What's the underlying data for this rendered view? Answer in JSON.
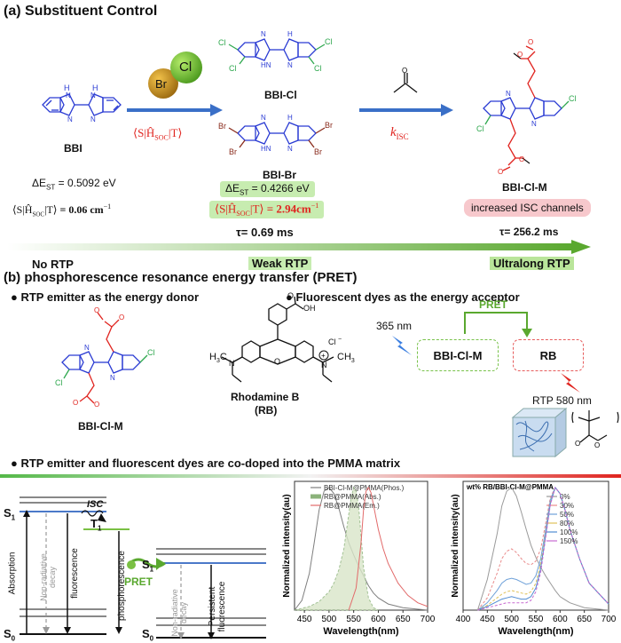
{
  "colors": {
    "blue": "#2a3bd3",
    "green": "#2fa84f",
    "red": "#e0241f",
    "brown": "#8a2b1c",
    "arrowGreen": "#5aa82f",
    "boxGreen": "#78c24a",
    "boxRed": "#e65c5c",
    "levelBlue": "#4b79c9",
    "levelGreen": "#7ac043"
  },
  "partA": {
    "header": "(a) Substituent Control",
    "bbi": "BBI",
    "bbiCl": "BBI-Cl",
    "bbiBr": "BBI-Br",
    "bbiClM": "BBI-Cl-M",
    "reagentBr": "Br",
    "reagentCl": "Cl",
    "socLabel": "⟨S|Ĥ",
    "socSub": "SOC",
    "socEnd": "|T⟩",
    "kisc": "k",
    "kiscSub": "ISC",
    "dEst1": "ΔE",
    "dEst1Sub": "ST",
    "dEst1Val": "= 0.5092 eV",
    "soc1Val": "= 0.06 cm",
    "soc1Exp": "−1",
    "dEst2Val": "= 0.4266 eV",
    "soc2Val": "= 2.94cm",
    "soc2Exp": "−1",
    "tau2": "τ= 0.69 ms",
    "tau3": "τ= 256.2 ms",
    "isc": "increased ISC channels",
    "noRtp": "No RTP",
    "weakRtp": "Weak RTP",
    "ultraRtp": "Ultralong RTP"
  },
  "partB": {
    "header": "(b) phosphorescence resonance energy transfer (PRET)",
    "bullet1": "RTP emitter as the energy donor",
    "bullet2": "Fluorescent dyes as the energy acceptor",
    "bullet3": "RTP emitter and fluorescent dyes are co-doped into the PMMA matrix",
    "donor": "BBI-Cl-M",
    "rhodamine": "Rhodamine B",
    "rb": "(RB)",
    "nm365": "365 nm",
    "pret": "PRET",
    "boxDonor": "BBI-Cl-M",
    "boxAcceptor": "RB",
    "rtp580": "RTP 580 nm",
    "h3c": "H",
    "ch3": "CH"
  },
  "jablonski": {
    "s1": "S",
    "t1": "T",
    "s0": "S",
    "absorption": "Absorption",
    "nonrad": "Non-radiative decay",
    "fluor": "fluorescence",
    "isc": "ISC",
    "phos": "phosphorescence",
    "pret": "PRET",
    "persistent": "Persistent fluorescence"
  },
  "chart_data": [
    {
      "type": "line",
      "xlabel": "Wavelength(nm)",
      "ylabel": "Normalized intensity(au)",
      "xlim": [
        430,
        700
      ],
      "ylim": [
        0,
        1.05
      ],
      "xticks": [
        450,
        500,
        550,
        600,
        650,
        700
      ],
      "legend": "top-right",
      "series": [
        {
          "name": "BBI-Cl-M@PMMA(Phos.)",
          "color": "#7f7f7f",
          "x": [
            430,
            445,
            460,
            470,
            480,
            490,
            500,
            510,
            520,
            530,
            540,
            550,
            560,
            570,
            580,
            590,
            600,
            620,
            650,
            700
          ],
          "y": [
            0.0,
            0.08,
            0.3,
            0.55,
            0.82,
            0.97,
            1.0,
            0.95,
            0.83,
            0.68,
            0.55,
            0.45,
            0.36,
            0.28,
            0.2,
            0.14,
            0.1,
            0.05,
            0.02,
            0.0
          ]
        },
        {
          "name": "RB@PMMA(Abs.)",
          "color": "#8bb27a",
          "fill": true,
          "x": [
            430,
            460,
            480,
            500,
            510,
            520,
            530,
            540,
            545,
            550,
            555,
            560,
            565,
            570,
            580,
            590,
            600
          ],
          "y": [
            0.0,
            0.03,
            0.07,
            0.15,
            0.22,
            0.33,
            0.5,
            0.78,
            0.92,
            1.0,
            0.97,
            0.85,
            0.6,
            0.35,
            0.1,
            0.02,
            0.0
          ]
        },
        {
          "name": "RB@PMMA(Em.)",
          "color": "#e26a6a",
          "x": [
            540,
            555,
            565,
            570,
            575,
            580,
            585,
            590,
            600,
            610,
            620,
            640,
            660,
            680,
            700
          ],
          "y": [
            0.0,
            0.18,
            0.55,
            0.82,
            0.97,
            1.0,
            0.96,
            0.86,
            0.66,
            0.5,
            0.38,
            0.22,
            0.12,
            0.06,
            0.03
          ]
        }
      ]
    },
    {
      "type": "line",
      "title": "wt% RB/BBI-Cl-M@PMMA",
      "xlabel": "Wavelength(nm)",
      "ylabel": "Normalized intensity(au)",
      "xlim": [
        400,
        700
      ],
      "ylim": [
        0,
        1.05
      ],
      "xticks": [
        400,
        450,
        500,
        550,
        600,
        650,
        700
      ],
      "legend": "top-right",
      "series": [
        {
          "name": "0%",
          "color": "#9a9a9a",
          "x": [
            430,
            450,
            470,
            480,
            490,
            500,
            510,
            520,
            530,
            540,
            550,
            560,
            570,
            580,
            590,
            600,
            620,
            650,
            700
          ],
          "y": [
            0.0,
            0.25,
            0.62,
            0.85,
            0.97,
            1.0,
            0.93,
            0.8,
            0.66,
            0.53,
            0.43,
            0.35,
            0.28,
            0.22,
            0.16,
            0.11,
            0.06,
            0.02,
            0.0
          ]
        },
        {
          "name": "30%",
          "color": "#e98b8b",
          "x": [
            430,
            450,
            470,
            480,
            490,
            500,
            510,
            520,
            530,
            540,
            550,
            560,
            570,
            580,
            590,
            600,
            610,
            620,
            640,
            660,
            700
          ],
          "y": [
            0.0,
            0.1,
            0.3,
            0.42,
            0.48,
            0.5,
            0.47,
            0.42,
            0.38,
            0.37,
            0.4,
            0.5,
            0.7,
            0.92,
            1.0,
            0.95,
            0.82,
            0.66,
            0.42,
            0.22,
            0.05
          ]
        },
        {
          "name": "50%",
          "color": "#6fa1d9",
          "x": [
            430,
            450,
            470,
            480,
            490,
            500,
            510,
            520,
            530,
            540,
            550,
            560,
            570,
            580,
            590,
            600,
            610,
            620,
            640,
            660,
            700
          ],
          "y": [
            0.0,
            0.06,
            0.16,
            0.22,
            0.25,
            0.26,
            0.25,
            0.23,
            0.21,
            0.22,
            0.28,
            0.42,
            0.65,
            0.9,
            1.0,
            0.95,
            0.82,
            0.66,
            0.42,
            0.22,
            0.05
          ]
        },
        {
          "name": "80%",
          "color": "#e0c25a",
          "x": [
            430,
            450,
            470,
            480,
            490,
            500,
            510,
            520,
            530,
            540,
            550,
            560,
            570,
            580,
            590,
            600,
            610,
            620,
            640,
            660,
            700
          ],
          "y": [
            0.0,
            0.04,
            0.1,
            0.13,
            0.15,
            0.16,
            0.15,
            0.14,
            0.13,
            0.15,
            0.22,
            0.38,
            0.62,
            0.88,
            1.0,
            0.95,
            0.82,
            0.66,
            0.42,
            0.22,
            0.05
          ]
        },
        {
          "name": "100%",
          "color": "#4f8bd1",
          "x": [
            430,
            450,
            470,
            480,
            490,
            500,
            510,
            520,
            530,
            540,
            550,
            560,
            570,
            580,
            590,
            600,
            610,
            620,
            640,
            660,
            700
          ],
          "y": [
            0.0,
            0.03,
            0.07,
            0.09,
            0.1,
            0.11,
            0.1,
            0.09,
            0.09,
            0.11,
            0.18,
            0.34,
            0.6,
            0.87,
            1.0,
            0.95,
            0.82,
            0.66,
            0.42,
            0.22,
            0.05
          ]
        },
        {
          "name": "150%",
          "color": "#c76ad1",
          "x": [
            430,
            450,
            470,
            480,
            490,
            500,
            510,
            520,
            530,
            540,
            550,
            560,
            570,
            580,
            590,
            600,
            610,
            620,
            640,
            660,
            700
          ],
          "y": [
            0.0,
            0.02,
            0.04,
            0.05,
            0.06,
            0.06,
            0.06,
            0.06,
            0.06,
            0.08,
            0.15,
            0.31,
            0.58,
            0.86,
            1.0,
            0.95,
            0.82,
            0.66,
            0.42,
            0.22,
            0.05
          ]
        }
      ]
    }
  ]
}
